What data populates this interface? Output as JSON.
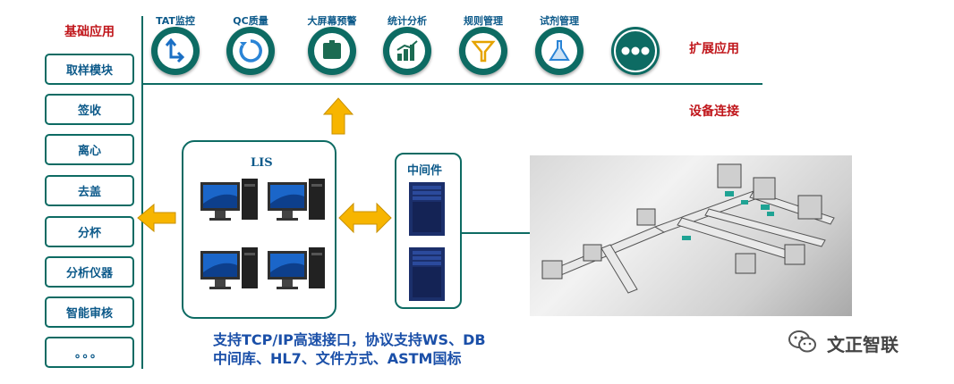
{
  "left_column": {
    "title": "基础应用",
    "items": [
      "取样模块",
      "签收",
      "离心",
      "去盖",
      "分杯",
      "分析仪器",
      "智能审核",
      "。。。"
    ]
  },
  "top_icons": [
    {
      "label": "TAT监控",
      "icon": "tat-arrow-icon"
    },
    {
      "label": "QC质量",
      "icon": "qc-cycle-icon"
    },
    {
      "label": "大屏幕预警",
      "icon": "screen-icon"
    },
    {
      "label": "统计分析",
      "icon": "bar-chart-icon"
    },
    {
      "label": "规则管理",
      "icon": "funnel-icon"
    },
    {
      "label": "试剂管理",
      "icon": "flask-icon"
    },
    {
      "label": "",
      "icon": "more-dots-icon"
    }
  ],
  "right_labels": {
    "extension": "扩展应用",
    "device": "设备连接"
  },
  "lis_box": {
    "title": "LIS"
  },
  "middleware_box": {
    "title": "中间件"
  },
  "bottom_text": {
    "line1": "支持TCP/IP高速接口，协议支持WS、DB",
    "line2": "中间库、HL7、文件方式、ASTM国标"
  },
  "watermark": {
    "text": "文正智联"
  },
  "colors": {
    "teal": "#0d6b63",
    "red": "#c0161b",
    "blue": "#0d5a8a",
    "arrow": "#f7b500"
  }
}
